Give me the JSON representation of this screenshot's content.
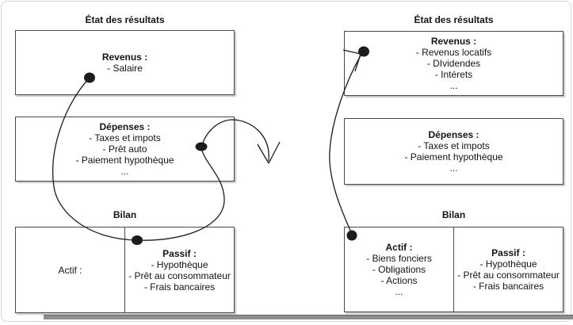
{
  "colors": {
    "stroke": "#1c1c1c",
    "box_border": "#4a4a4a",
    "text": "#141414",
    "card_border": "#d6d6d6",
    "divider_bar": "#8f8f8f",
    "divider_bar_edge": "#646464"
  },
  "left": {
    "title": "État des résultats",
    "income_box": {
      "heading": "Revenus :",
      "items": [
        "- Salaire"
      ]
    },
    "expense_box": {
      "heading": "Dépenses :",
      "items": [
        "- Taxes et impots",
        "- Prêt auto",
        "- Paiement hypothèque",
        "..."
      ]
    },
    "balance_title": "Bilan",
    "assets": {
      "heading": "Actif :",
      "items": []
    },
    "liabilities": {
      "heading": "Passif :",
      "items": [
        "- Hypothèque",
        "- Prêt au consommateur",
        "- Frais bancaires"
      ]
    }
  },
  "right": {
    "title": "État des résultats",
    "income_box": {
      "heading": "Revenus :",
      "items": [
        "- Revenus locatifs",
        "- DIvidendes",
        "- Intérets",
        "..."
      ]
    },
    "expense_box": {
      "heading": "Dépenses :",
      "items": [
        "- Taxes et impots",
        "- Paiement hypothèque",
        "..."
      ]
    },
    "balance_title": "Bilan",
    "assets": {
      "heading": "Actif :",
      "items": [
        "- Biens fonciers",
        "- Obligations",
        "- Actions",
        "..."
      ]
    },
    "liabilities": {
      "heading": "Passif :",
      "items": [
        "- Hypothèque",
        "- Prêt au consommateur",
        "- Frais bancaires"
      ]
    }
  }
}
